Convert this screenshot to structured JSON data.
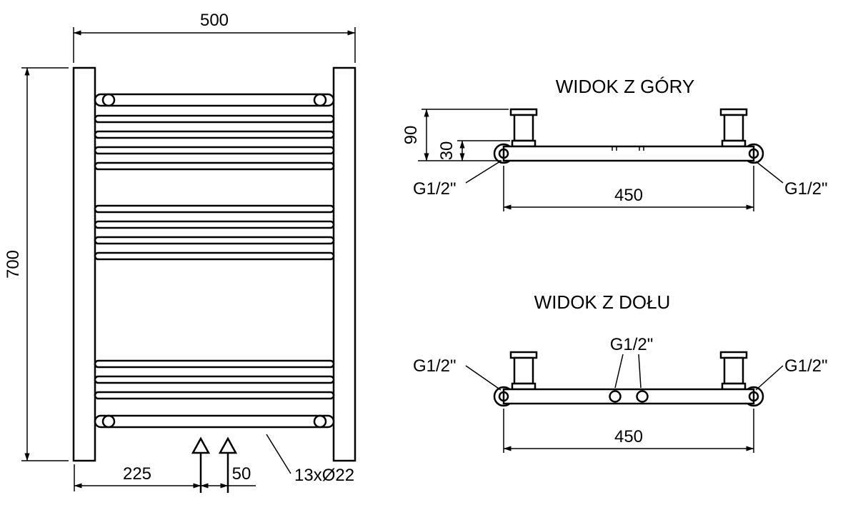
{
  "front_view": {
    "dim_width": "500",
    "dim_height": "700",
    "dim_valve_offset": "225",
    "dim_valve_spacing": "50",
    "tube_label": "13xØ22"
  },
  "top_view": {
    "title": "WIDOK Z GÓRY",
    "dim_bracket_depth": "90",
    "dim_axis_offset": "30",
    "dim_bracket_span": "450",
    "connection_left": "G1/2\"",
    "connection_right": "G1/2\""
  },
  "bottom_view": {
    "title": "WIDOK Z DOŁU",
    "connection_left": "G1/2\"",
    "connection_center": "G1/2\"",
    "connection_right": "G1/2\"",
    "dim_connection_span": "450"
  }
}
